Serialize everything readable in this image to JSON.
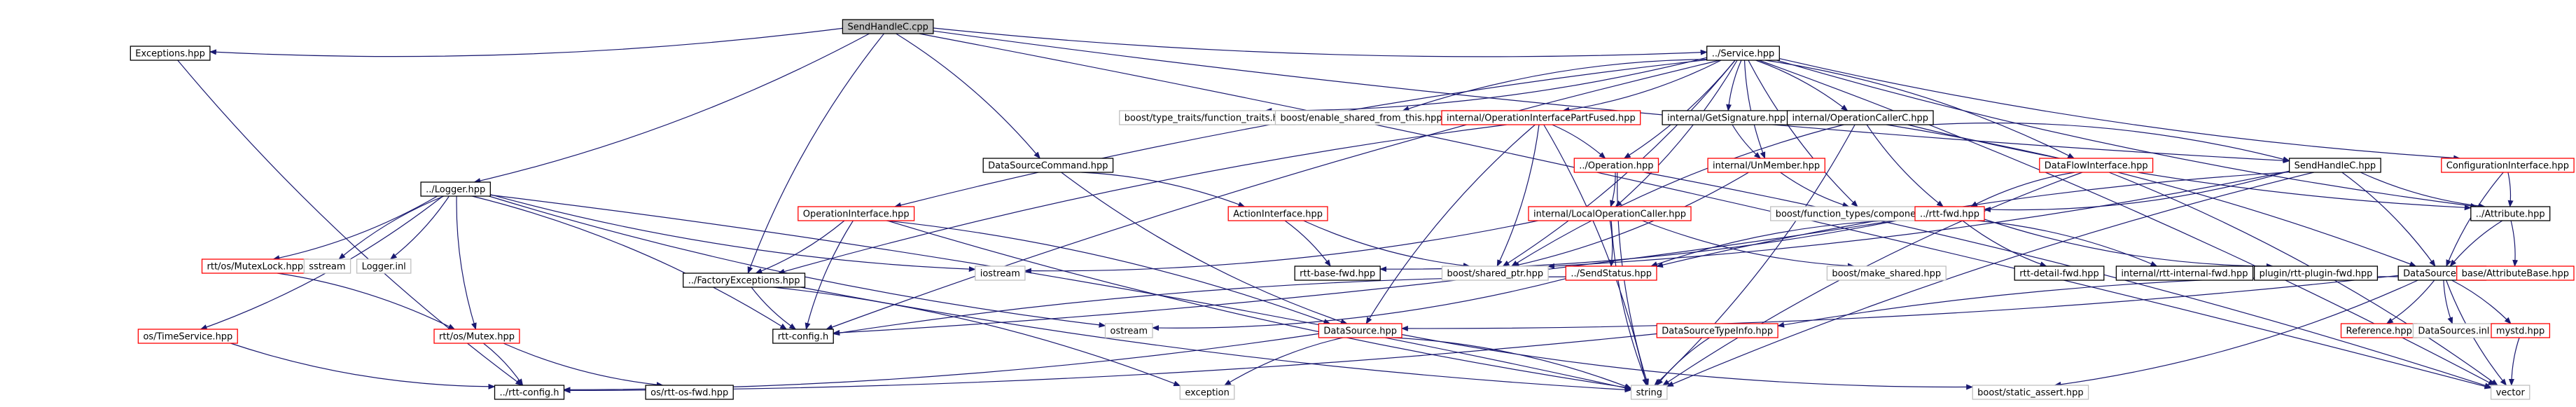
{
  "colors": {
    "edge": "#191970",
    "root_fill": "#bfbfbf",
    "node_fill": "#ffffff",
    "border_documented": "#000000",
    "border_partial": "#ff0000",
    "border_external": "#bfbfbf"
  },
  "graph": {
    "nodes": [
      {
        "id": "root",
        "label": "SendHandleC.cpp",
        "kind": "root"
      },
      {
        "id": "exceptions",
        "label": "Exceptions.hpp",
        "kind": "documented"
      },
      {
        "id": "service",
        "label": "../Service.hpp",
        "kind": "documented"
      },
      {
        "id": "logger",
        "label": "../Logger.hpp",
        "kind": "documented"
      },
      {
        "id": "factoryexc",
        "label": "../FactoryExceptions.hpp",
        "kind": "documented"
      },
      {
        "id": "dscommand",
        "label": "DataSourceCommand.hpp",
        "kind": "documented"
      },
      {
        "id": "typetraits",
        "label": "boost/type_traits/function_traits.hpp",
        "kind": "external"
      },
      {
        "id": "enableshared",
        "label": "boost/enable_shared_from_this.hpp",
        "kind": "external"
      },
      {
        "id": "oipartfused",
        "label": "internal/OperationInterfacePartFused.hpp",
        "kind": "partial"
      },
      {
        "id": "getsignature",
        "label": "internal/GetSignature.hpp",
        "kind": "documented"
      },
      {
        "id": "opcallerc",
        "label": "internal/OperationCallerC.hpp",
        "kind": "documented"
      },
      {
        "id": "configiface",
        "label": "ConfigurationInterface.hpp",
        "kind": "partial"
      },
      {
        "id": "operation",
        "label": "../Operation.hpp",
        "kind": "partial"
      },
      {
        "id": "unmember",
        "label": "internal/UnMember.hpp",
        "kind": "partial"
      },
      {
        "id": "dataflow",
        "label": "DataFlowInterface.hpp",
        "kind": "partial"
      },
      {
        "id": "sendhandlec",
        "label": "SendHandleC.hpp",
        "kind": "documented"
      },
      {
        "id": "opiface",
        "label": "OperationInterface.hpp",
        "kind": "partial"
      },
      {
        "id": "actioniface",
        "label": "ActionInterface.hpp",
        "kind": "partial"
      },
      {
        "id": "localopcaller",
        "label": "internal/LocalOperationCaller.hpp",
        "kind": "partial"
      },
      {
        "id": "functypes",
        "label": "boost/function_types/components.hpp",
        "kind": "external"
      },
      {
        "id": "rttfwd",
        "label": "../rtt-fwd.hpp",
        "kind": "partial"
      },
      {
        "id": "attribute",
        "label": "../Attribute.hpp",
        "kind": "documented"
      },
      {
        "id": "mutexlock",
        "label": "rtt/os/MutexLock.hpp",
        "kind": "partial"
      },
      {
        "id": "sstream",
        "label": "sstream",
        "kind": "external"
      },
      {
        "id": "loggerinl",
        "label": "Logger.inl",
        "kind": "external"
      },
      {
        "id": "iostream",
        "label": "iostream",
        "kind": "external"
      },
      {
        "id": "rttbasefwd",
        "label": "rtt-base-fwd.hpp",
        "kind": "documented"
      },
      {
        "id": "sharedptr",
        "label": "boost/shared_ptr.hpp",
        "kind": "external"
      },
      {
        "id": "sendstatus",
        "label": "../SendStatus.hpp",
        "kind": "partial"
      },
      {
        "id": "makeshared",
        "label": "boost/make_shared.hpp",
        "kind": "external"
      },
      {
        "id": "rttdetailfwd",
        "label": "rtt-detail-fwd.hpp",
        "kind": "documented"
      },
      {
        "id": "rttinternalfwd",
        "label": "internal/rtt-internal-fwd.hpp",
        "kind": "documented"
      },
      {
        "id": "rttpluginfwd",
        "label": "plugin/rtt-plugin-fwd.hpp",
        "kind": "documented"
      },
      {
        "id": "datasources",
        "label": "DataSources.hpp",
        "kind": "documented"
      },
      {
        "id": "attributebase",
        "label": "base/AttributeBase.hpp",
        "kind": "partial"
      },
      {
        "id": "timeservice",
        "label": "os/TimeService.hpp",
        "kind": "partial"
      },
      {
        "id": "mutex",
        "label": "rtt/os/Mutex.hpp",
        "kind": "partial"
      },
      {
        "id": "rttconfigh",
        "label": "rtt-config.h",
        "kind": "documented"
      },
      {
        "id": "ostream",
        "label": "ostream",
        "kind": "external"
      },
      {
        "id": "datasource",
        "label": "DataSource.hpp",
        "kind": "partial"
      },
      {
        "id": "dstypeinfo",
        "label": "DataSourceTypeInfo.hpp",
        "kind": "partial"
      },
      {
        "id": "reference",
        "label": "Reference.hpp",
        "kind": "partial"
      },
      {
        "id": "datasourcesinl",
        "label": "DataSources.inl",
        "kind": "external"
      },
      {
        "id": "mystd",
        "label": "mystd.hpp",
        "kind": "partial"
      },
      {
        "id": "rttconfig2",
        "label": "../rtt-config.h",
        "kind": "documented"
      },
      {
        "id": "rttosfwd",
        "label": "os/rtt-os-fwd.hpp",
        "kind": "documented"
      },
      {
        "id": "exception",
        "label": "exception",
        "kind": "external"
      },
      {
        "id": "string",
        "label": "string",
        "kind": "external"
      },
      {
        "id": "staticassert",
        "label": "boost/static_assert.hpp",
        "kind": "external"
      },
      {
        "id": "vector",
        "label": "vector",
        "kind": "external"
      }
    ],
    "edges": [
      [
        "root",
        "exceptions"
      ],
      [
        "root",
        "service"
      ],
      [
        "root",
        "logger"
      ],
      [
        "root",
        "factoryexc"
      ],
      [
        "root",
        "dscommand"
      ],
      [
        "root",
        "sendhandlec"
      ],
      [
        "root",
        "vector"
      ],
      [
        "exceptions",
        "rttconfig2"
      ],
      [
        "service",
        "typetraits"
      ],
      [
        "service",
        "enableshared"
      ],
      [
        "service",
        "oipartfused"
      ],
      [
        "service",
        "getsignature"
      ],
      [
        "service",
        "opcallerc"
      ],
      [
        "service",
        "configiface"
      ],
      [
        "service",
        "operation"
      ],
      [
        "service",
        "unmember"
      ],
      [
        "service",
        "dataflow"
      ],
      [
        "service",
        "opiface"
      ],
      [
        "service",
        "localopcaller"
      ],
      [
        "service",
        "functypes"
      ],
      [
        "service",
        "sharedptr"
      ],
      [
        "service",
        "rttconfigh"
      ],
      [
        "service",
        "vector"
      ],
      [
        "service",
        "attribute"
      ],
      [
        "logger",
        "mutexlock"
      ],
      [
        "logger",
        "sstream"
      ],
      [
        "logger",
        "loggerinl"
      ],
      [
        "logger",
        "iostream"
      ],
      [
        "logger",
        "timeservice"
      ],
      [
        "logger",
        "mutex"
      ],
      [
        "logger",
        "rttconfigh"
      ],
      [
        "logger",
        "ostream"
      ],
      [
        "logger",
        "string"
      ],
      [
        "factoryexc",
        "rttconfigh"
      ],
      [
        "factoryexc",
        "exception"
      ],
      [
        "factoryexc",
        "string"
      ],
      [
        "dscommand",
        "actioniface"
      ],
      [
        "dscommand",
        "datasource"
      ],
      [
        "oipartfused",
        "operation"
      ],
      [
        "oipartfused",
        "factoryexc"
      ],
      [
        "oipartfused",
        "sharedptr"
      ],
      [
        "oipartfused",
        "datasource"
      ],
      [
        "oipartfused",
        "string"
      ],
      [
        "getsignature",
        "unmember"
      ],
      [
        "opcallerc",
        "sendhandlec"
      ],
      [
        "opcallerc",
        "rttfwd"
      ],
      [
        "opcallerc",
        "datasources"
      ],
      [
        "opcallerc",
        "sharedptr"
      ],
      [
        "opcallerc",
        "string"
      ],
      [
        "opcallerc",
        "attribute"
      ],
      [
        "configiface",
        "attribute"
      ],
      [
        "configiface",
        "datasources"
      ],
      [
        "operation",
        "localopcaller"
      ],
      [
        "operation",
        "string"
      ],
      [
        "operation",
        "vector"
      ],
      [
        "unmember",
        "functypes"
      ],
      [
        "unmember",
        "sharedptr"
      ],
      [
        "dataflow",
        "rttfwd"
      ],
      [
        "dataflow",
        "vector"
      ],
      [
        "dataflow",
        "string"
      ],
      [
        "sendhandlec",
        "rttfwd"
      ],
      [
        "sendhandlec",
        "attribute"
      ],
      [
        "sendhandlec",
        "datasources"
      ],
      [
        "sendhandlec",
        "sendstatus"
      ],
      [
        "sendhandlec",
        "sharedptr"
      ],
      [
        "sendhandlec",
        "string"
      ],
      [
        "opiface",
        "factoryexc"
      ],
      [
        "opiface",
        "rttconfigh"
      ],
      [
        "opiface",
        "datasource"
      ],
      [
        "opiface",
        "string"
      ],
      [
        "actioniface",
        "rttbasefwd"
      ],
      [
        "actioniface",
        "sharedptr"
      ],
      [
        "localopcaller",
        "sendstatus"
      ],
      [
        "localopcaller",
        "makeshared"
      ],
      [
        "localopcaller",
        "iostream"
      ],
      [
        "localopcaller",
        "string"
      ],
      [
        "rttfwd",
        "rttbasefwd"
      ],
      [
        "rttfwd",
        "rttdetailfwd"
      ],
      [
        "rttfwd",
        "rttinternalfwd"
      ],
      [
        "rttfwd",
        "rttpluginfwd"
      ],
      [
        "rttfwd",
        "rttconfigh"
      ],
      [
        "rttfwd",
        "sendstatus"
      ],
      [
        "attribute",
        "attributebase"
      ],
      [
        "attribute",
        "datasources"
      ],
      [
        "mutexlock",
        "mutex"
      ],
      [
        "timeservice",
        "rttconfig2"
      ],
      [
        "mutex",
        "rttconfig2"
      ],
      [
        "mutex",
        "rttosfwd"
      ],
      [
        "sendstatus",
        "ostream"
      ],
      [
        "sendstatus",
        "rttconfigh"
      ],
      [
        "datasources",
        "datasource"
      ],
      [
        "datasources",
        "dstypeinfo"
      ],
      [
        "datasources",
        "reference"
      ],
      [
        "datasources",
        "datasourcesinl"
      ],
      [
        "datasources",
        "mystd"
      ],
      [
        "datasources",
        "vector"
      ],
      [
        "datasources",
        "staticassert"
      ],
      [
        "datasource",
        "exception"
      ],
      [
        "datasource",
        "string"
      ],
      [
        "datasource",
        "staticassert"
      ],
      [
        "datasource",
        "rttconfig2"
      ],
      [
        "dstypeinfo",
        "string"
      ],
      [
        "dstypeinfo",
        "rttconfig2"
      ],
      [
        "mystd",
        "vector"
      ]
    ]
  }
}
